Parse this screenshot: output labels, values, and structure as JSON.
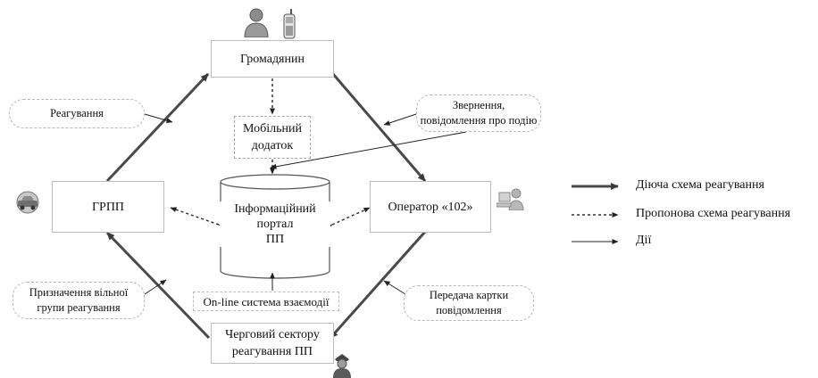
{
  "nodes": {
    "citizen": "Громадянин",
    "mobile_app": [
      "Мобільний",
      "додаток"
    ],
    "portal": [
      "Інформаційний",
      "портал",
      "ПП"
    ],
    "grpp": "ГРПП",
    "operator": "Оператор «102»",
    "duty_sector": [
      "Черговий сектору",
      "реагування ПП"
    ],
    "online_system": "On-line система взаємодії"
  },
  "actions": {
    "reaction": "Реагування",
    "appeal": [
      "Звернення,",
      "повідомлення про подію"
    ],
    "assign_group": [
      "Призначення вільної",
      "групи реагування"
    ],
    "transfer_card": [
      "Передача картки",
      "повідомлення"
    ]
  },
  "legend": {
    "current_scheme": "Діюча схема реагування",
    "proposed_scheme": "Пропонова схема реагування",
    "actions": "Дії"
  },
  "icons": [
    "person-icon",
    "mobile-phone-icon",
    "police-car-icon",
    "operator-desk-icon",
    "officer-icon"
  ]
}
